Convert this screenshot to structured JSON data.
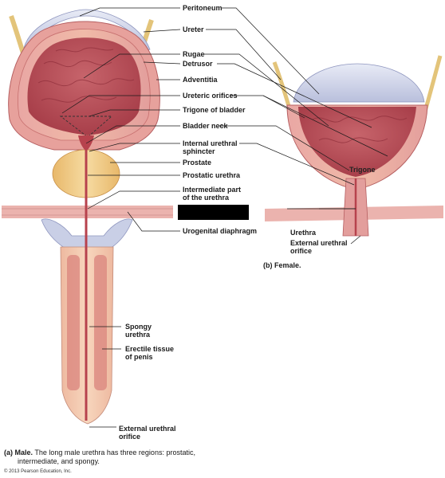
{
  "labels": {
    "peritoneum": "Peritoneum",
    "ureter": "Ureter",
    "rugae": "Rugae",
    "detrusor": "Detrusor",
    "adventitia": "Adventitia",
    "ureteric_orifices": "Ureteric orifices",
    "trigone_of_bladder": "Trigone of bladder",
    "bladder_neck": "Bladder neck",
    "internal_urethral_sphincter": [
      "Internal urethral",
      "sphincter"
    ],
    "prostate": "Prostate",
    "prostatic_urethra": "Prostatic urethra",
    "intermediate_part": [
      "Intermediate part",
      "of the urethra"
    ],
    "urogenital_diaphragm": "Urogenital diaphragm",
    "spongy_urethra": [
      "Spongy",
      "urethra"
    ],
    "erectile_tissue": [
      "Erectile tissue",
      "of penis"
    ],
    "external_urethral_orifice_male": [
      "External urethral",
      "orifice"
    ],
    "trigone": "Trigone",
    "urethra": "Urethra",
    "external_urethral_orifice_female": [
      "External urethral",
      "orifice"
    ]
  },
  "captions": {
    "male_bold": "(a) Male.",
    "male_line1": " The long male urethra has three regions: prostatic,",
    "male_line2": "intermediate, and spongy.",
    "female_bold": "(b) Female."
  },
  "copyright": "© 2013 Pearson Education, Inc.",
  "colors": {
    "mucosa": "#c0505a",
    "muscle": "#e6a0a0",
    "prostate": "#f0cd8c",
    "adventitia": "#d8dcef",
    "erectile": "#f2c9a3",
    "redaction": "#000000"
  }
}
